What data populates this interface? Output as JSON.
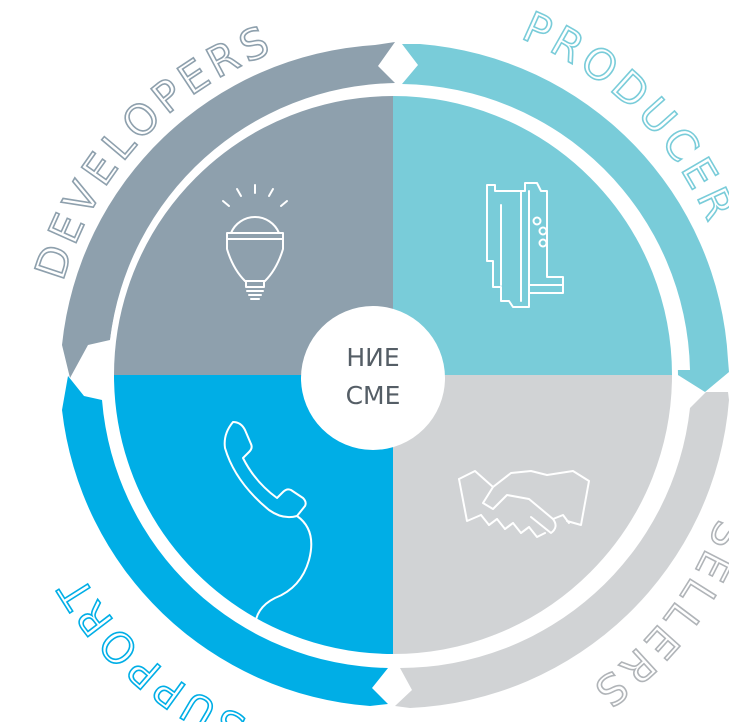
{
  "center": {
    "line1": "НИЕ",
    "line2": "СМЕ"
  },
  "roles": [
    {
      "id": "developers",
      "label": "DEVELOPERS",
      "color": "#8ea0ad",
      "icon": "lightbulb-icon"
    },
    {
      "id": "producers",
      "label": "PRODUCERS",
      "color": "#79ccd9",
      "icon": "din-rail-device-icon"
    },
    {
      "id": "sellers",
      "label": "SELLERS",
      "color": "#d1d3d5",
      "icon": "handshake-icon"
    },
    {
      "id": "support",
      "label": "SUPPORT",
      "color": "#00aee6",
      "icon": "phone-handset-icon"
    }
  ],
  "colors": {
    "center_fill": "#ffffff",
    "center_text": "#555e66",
    "background": "#ffffff"
  }
}
